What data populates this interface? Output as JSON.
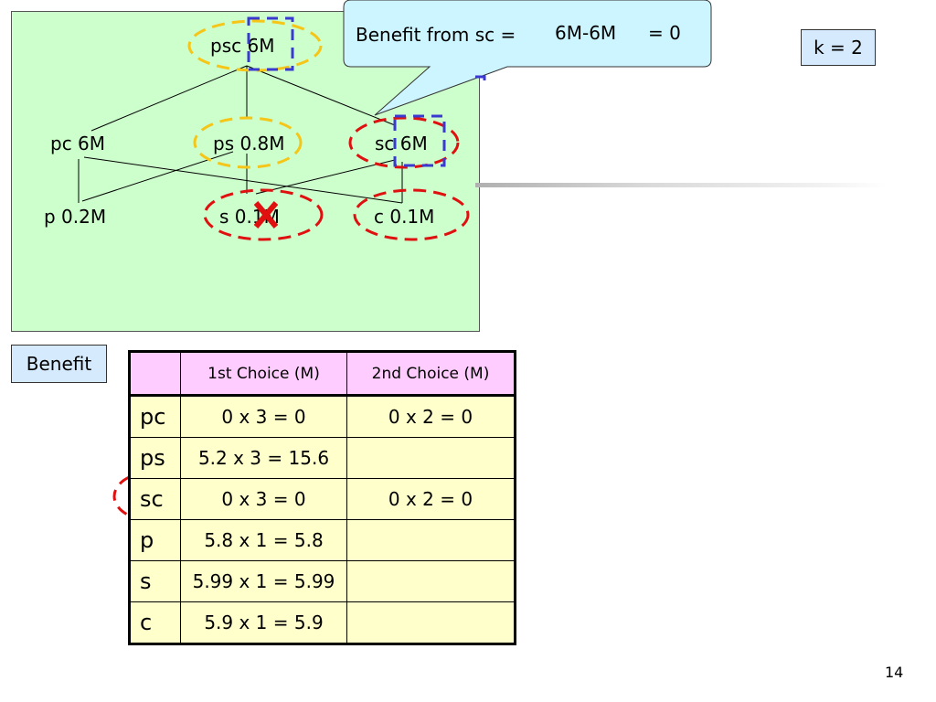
{
  "lattice": {
    "nodes": {
      "psc": "psc 6M",
      "pc": "pc 6M",
      "ps": "ps 0.8M",
      "sc": "sc 6M",
      "p": "p 0.2M",
      "s": "s 0.1M",
      "c": "c 0.1M"
    }
  },
  "callout": {
    "label": "Benefit from sc =",
    "expression": "6M-6M",
    "result": "= 0"
  },
  "k_label": "k = 2",
  "benefit_label": "Benefit",
  "table": {
    "headers": [
      "",
      "1st Choice (M)",
      "2nd Choice (M)"
    ],
    "rows": [
      {
        "view": "pc",
        "first": "0 x 3 = 0",
        "second": "0 x 2 = 0"
      },
      {
        "view": "ps",
        "first": "5.2 x 3 = 15.6",
        "second": ""
      },
      {
        "view": "sc",
        "first": "0 x 3 = 0",
        "second": "0 x 2 = 0"
      },
      {
        "view": "p",
        "first": "5.8 x 1 = 5.8",
        "second": ""
      },
      {
        "view": "s",
        "first": "5.99 x 1 = 5.99",
        "second": ""
      },
      {
        "view": "c",
        "first": "5.9 x 1 = 5.9",
        "second": ""
      }
    ]
  },
  "page_number": "14",
  "colors": {
    "lattice_bg": "#ccffcc",
    "yellow_mark": "#f5c518",
    "red_mark": "#e01010",
    "blue_mark": "#3a3ad0",
    "callout_bg": "#ccf5ff",
    "label_box_bg": "#d5eafc",
    "table_header_bg": "#ffccff",
    "table_cell_bg": "#ffffcc"
  }
}
